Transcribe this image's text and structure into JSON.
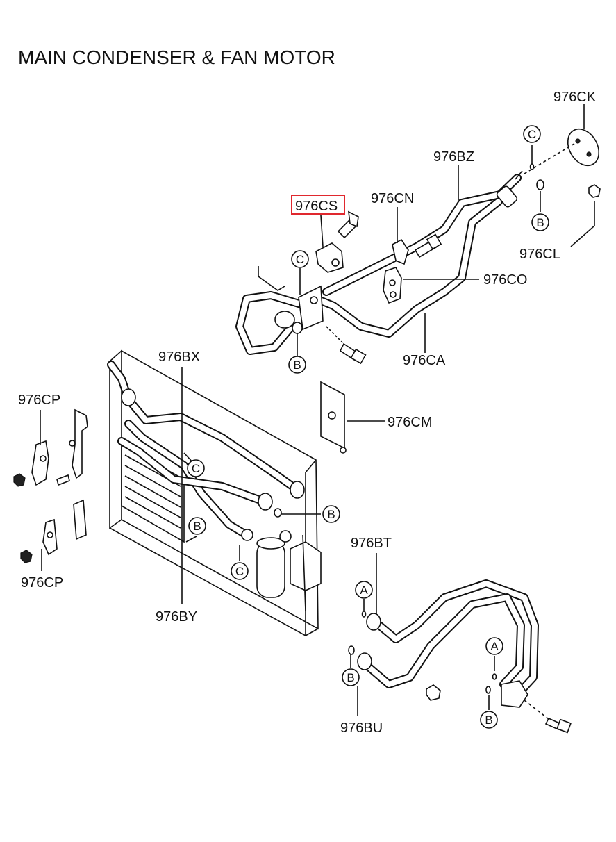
{
  "title": "MAIN CONDENSER & FAN MOTOR",
  "highlight_color": "#e0282e",
  "labels": {
    "ck": "976CK",
    "bz": "976BZ",
    "cs": "976CS",
    "cn": "976CN",
    "cl": "976CL",
    "co": "976CO",
    "ca": "976CA",
    "bx": "976BX",
    "cp1": "976CP",
    "cm": "976CM",
    "cp2": "976CP",
    "by": "976BY",
    "bt": "976BT",
    "bu": "976BU"
  },
  "markers": {
    "a": "A",
    "b": "B",
    "c": "C"
  },
  "highlighted_label": "976CS"
}
